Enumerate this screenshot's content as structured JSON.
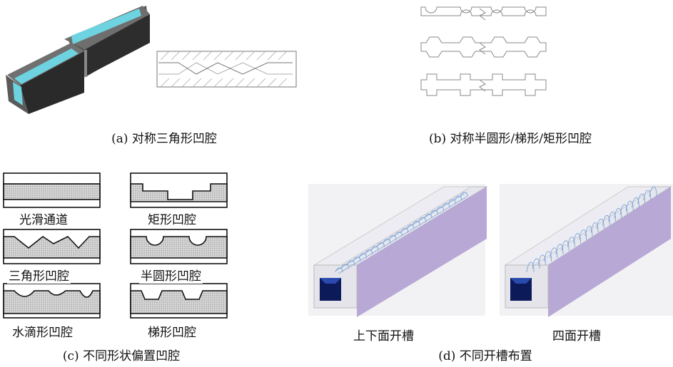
{
  "panel_a": {
    "caption": "(a) 对称三角形凹腔"
  },
  "panel_b": {
    "caption": "(b) 对称半圆形/梯形/矩形凹腔"
  },
  "panel_c": {
    "caption": "(c) 不同形状偏置凹腔",
    "labels": [
      "光滑通道",
      "矩形凹腔",
      "三角形凹腔",
      "半圆形凹腔",
      "水滴形凹腔",
      "梯形凹腔"
    ]
  },
  "panel_d": {
    "caption": "(d) 不同开槽布置",
    "labels": [
      "上下面开槽",
      "四面开槽"
    ]
  },
  "colors": {
    "coolant": "#6ed3e0",
    "block": "#3a3a3a",
    "duct": "#b7a8d6",
    "hatch": "#9c9c9c"
  }
}
